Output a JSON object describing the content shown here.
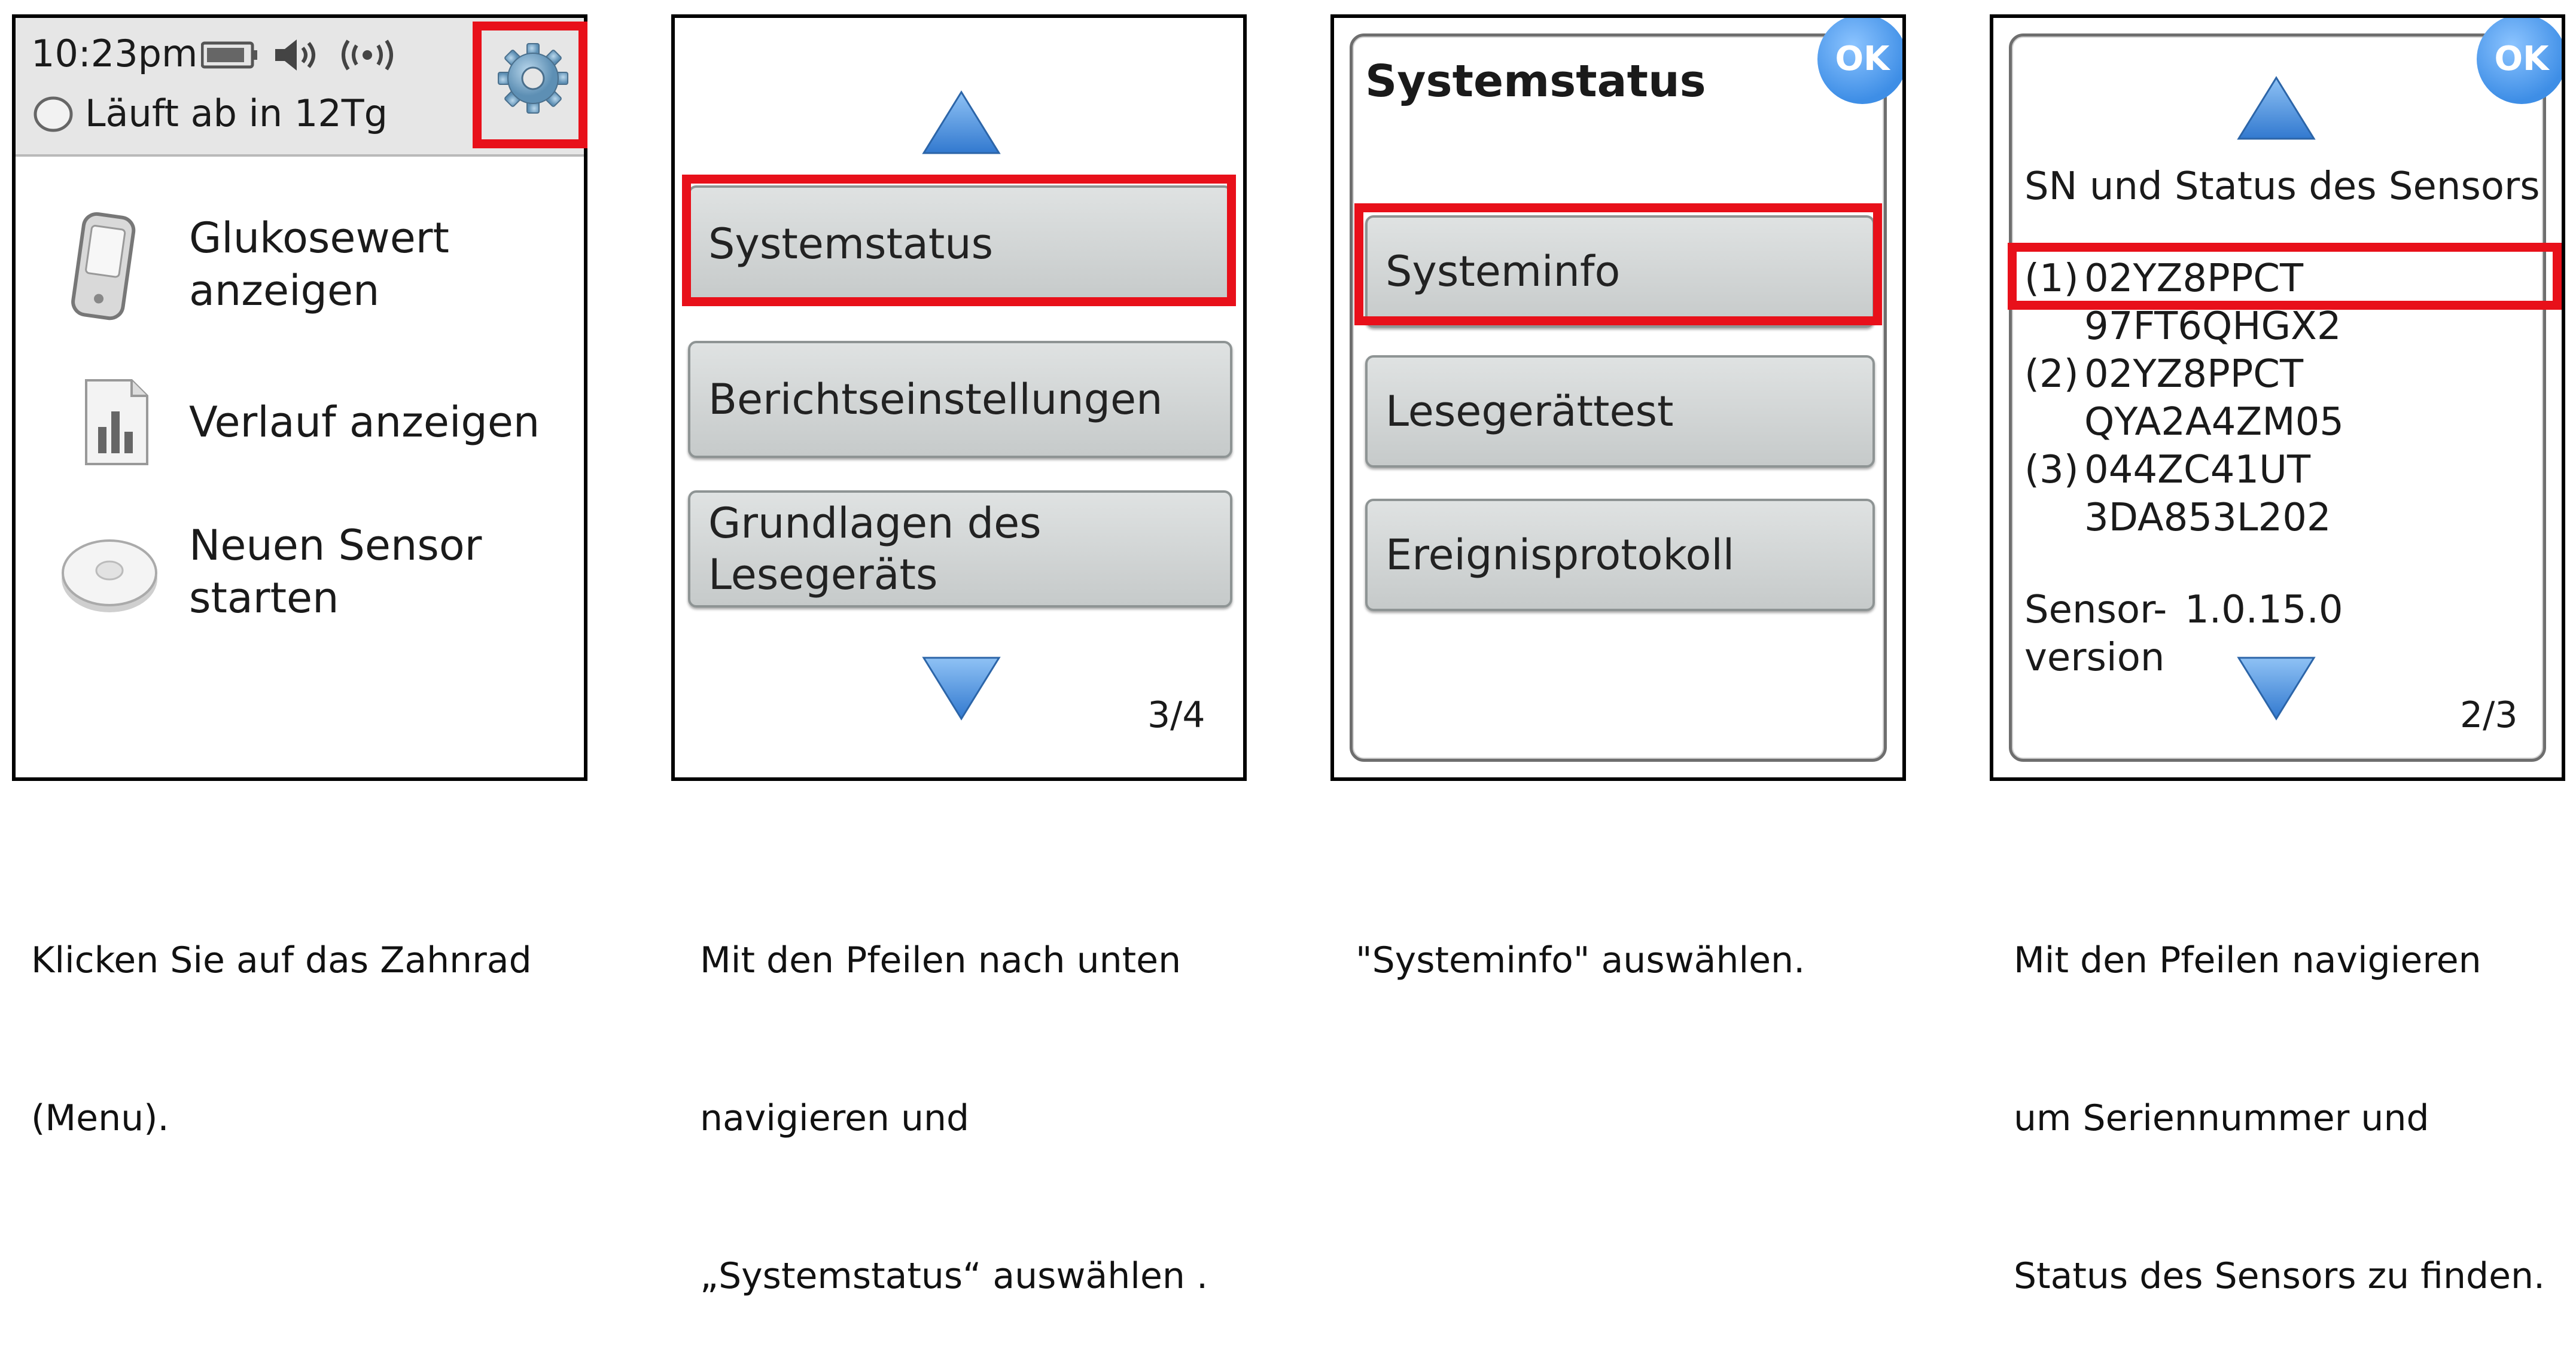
{
  "panel1": {
    "time": "10:23pm",
    "expiry": "Läuft ab in 12Tg",
    "menu": [
      {
        "line1": "Glukosewert",
        "line2": "anzeigen"
      },
      {
        "line1": "Verlauf anzeigen",
        "line2": ""
      },
      {
        "line1": "Neuen Sensor",
        "line2": "starten"
      }
    ],
    "caption": [
      "Klicken Sie auf das Zahnrad",
      "(Menu)."
    ]
  },
  "panel2": {
    "items": [
      {
        "line1": "Systemstatus",
        "line2": ""
      },
      {
        "line1": "Berichtseinstellungen",
        "line2": ""
      },
      {
        "line1": "Grundlagen des",
        "line2": "Lesegeräts"
      }
    ],
    "page": "3/4",
    "caption": [
      "Mit den Pfeilen nach unten",
      "navigieren und",
      "„Systemstatus“ auswählen ."
    ]
  },
  "panel3": {
    "title": "Systemstatus",
    "ok": "OK",
    "items": [
      "Systeminfo",
      "Lesegerättest",
      "Ereignisprotokoll"
    ],
    "caption": [
      "\"Systeminfo\" auswählen."
    ]
  },
  "panel4": {
    "ok": "OK",
    "heading": "SN und Status des Sensors",
    "sensors": [
      {
        "num": "(1)",
        "code1": "02YZ8PPCT",
        "code2": "97FT6QHGX2"
      },
      {
        "num": "(2)",
        "code1": "02YZ8PPCT",
        "code2": "QYA2A4ZM05"
      },
      {
        "num": "(3)",
        "code1": "044ZC41UT",
        "code2": "3DA853L202"
      }
    ],
    "version_label1": "Sensor-",
    "version_label2": "version",
    "version_value": "1.0.15.0",
    "page": "2/3",
    "caption": [
      "Mit den Pfeilen navigieren",
      "um Seriennummer und",
      "Status des Sensors zu finden."
    ]
  },
  "colors": {
    "highlight": "#e8101a",
    "arrow": "#4a90e2",
    "button": "#d6dada"
  }
}
